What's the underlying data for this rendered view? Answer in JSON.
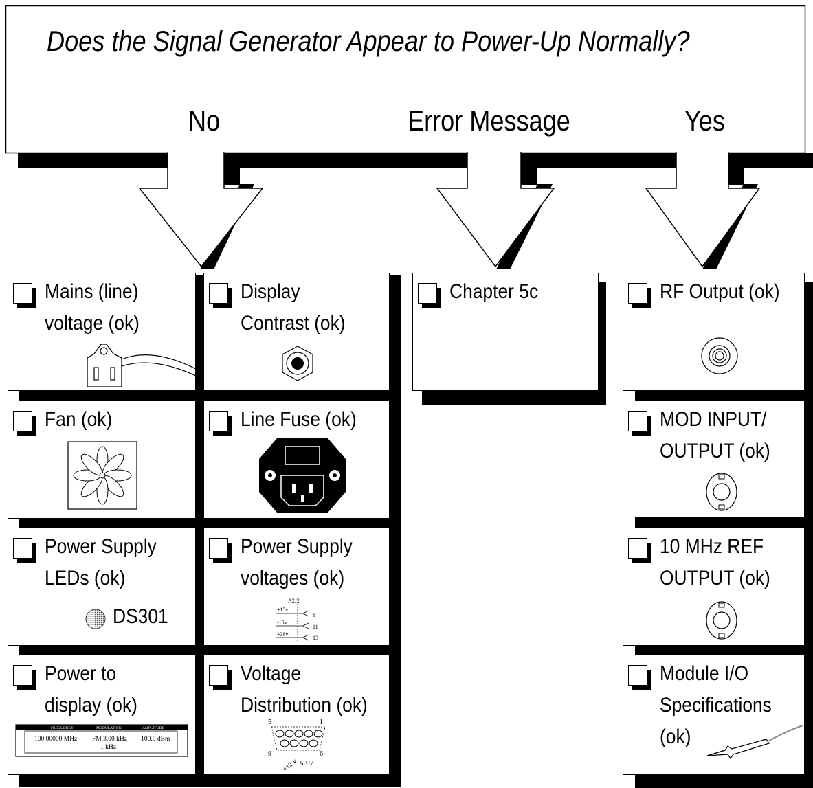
{
  "header": {
    "question": "Does the Signal Generator Appear to Power-Up Normally?",
    "branch_no": "No",
    "branch_error": "Error Message",
    "branch_yes": "Yes"
  },
  "cards": {
    "mains": {
      "line1": "Mains (line)",
      "line2": "voltage (ok)"
    },
    "contrast": {
      "line1": "Display",
      "line2": "Contrast (ok)"
    },
    "fan": {
      "line1": "Fan (ok)"
    },
    "fuse": {
      "line1": "Line Fuse (ok)"
    },
    "ps_leds": {
      "line1": "Power Supply",
      "line2": "LEDs (ok)",
      "led_ref": "DS301"
    },
    "ps_volts": {
      "line1": "Power Supply",
      "line2": "voltages (ok)",
      "conn": "A2J2",
      "rails": [
        "+15v",
        "-15v",
        "+38v"
      ],
      "pins": [
        "8",
        "11",
        "13"
      ]
    },
    "pwr_display": {
      "line1": "Power to",
      "line2": "display (ok)",
      "hdr_freq": "FREQUENCY",
      "hdr_mod": "MODULATION",
      "hdr_amp": "AMPLITUDE",
      "freq": "100.00000 MHz",
      "mod": "FM 3.00 kHz",
      "amp": "-100.0 dBm",
      "rate": "1 kHz"
    },
    "vdist": {
      "line1": "Voltage",
      "line2": "Distribution (ok)",
      "pin5": "5",
      "pin1": "1",
      "pin9": "9",
      "pin6": "6",
      "rail": "+12 v",
      "conn": "A3J7"
    },
    "chapter": {
      "line1": "Chapter 5c"
    },
    "rf_out": {
      "line1": "RF Output (ok)"
    },
    "mod_io": {
      "line1": "MOD INPUT/",
      "line2": "OUTPUT (ok)"
    },
    "ref_out": {
      "line1": "10 MHz REF",
      "line2": "OUTPUT (ok)"
    },
    "module_io": {
      "line1": "Module I/O",
      "line2": "Specifications",
      "line3": "(ok)"
    }
  }
}
